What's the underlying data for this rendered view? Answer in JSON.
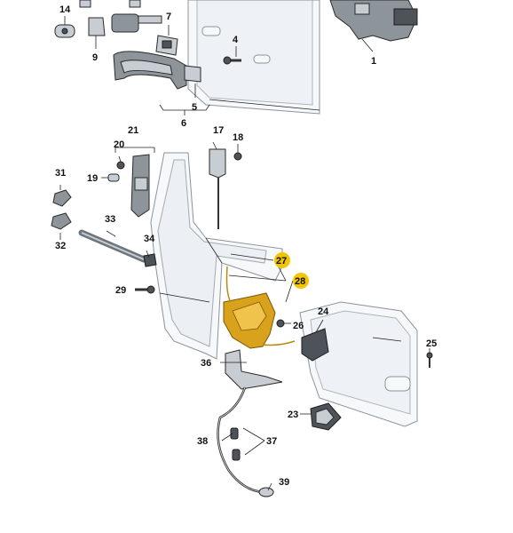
{
  "diagram": {
    "callouts": [
      {
        "id": "c1",
        "label": "1"
      },
      {
        "id": "c4",
        "label": "4"
      },
      {
        "id": "c5",
        "label": "5"
      },
      {
        "id": "c6",
        "label": "6"
      },
      {
        "id": "c7",
        "label": "7"
      },
      {
        "id": "c9",
        "label": "9"
      },
      {
        "id": "c14",
        "label": "14"
      },
      {
        "id": "c17",
        "label": "17"
      },
      {
        "id": "c18",
        "label": "18"
      },
      {
        "id": "c19",
        "label": "19"
      },
      {
        "id": "c20",
        "label": "20"
      },
      {
        "id": "c21",
        "label": "21"
      },
      {
        "id": "c23",
        "label": "23"
      },
      {
        "id": "c24",
        "label": "24"
      },
      {
        "id": "c25",
        "label": "25"
      },
      {
        "id": "c26",
        "label": "26"
      },
      {
        "id": "c27",
        "label": "27",
        "highlighted": true
      },
      {
        "id": "c28",
        "label": "28",
        "highlighted": true
      },
      {
        "id": "c29",
        "label": "29"
      },
      {
        "id": "c31",
        "label": "31"
      },
      {
        "id": "c32",
        "label": "32"
      },
      {
        "id": "c33",
        "label": "33"
      },
      {
        "id": "c34",
        "label": "34"
      },
      {
        "id": "c36",
        "label": "36"
      },
      {
        "id": "c37",
        "label": "37"
      },
      {
        "id": "c38",
        "label": "38"
      },
      {
        "id": "c39",
        "label": "39"
      }
    ],
    "colors": {
      "highlight": "#f3c400",
      "lock_body": "#d9a21c",
      "panel": "#e9eef2",
      "line": "#222222"
    }
  }
}
